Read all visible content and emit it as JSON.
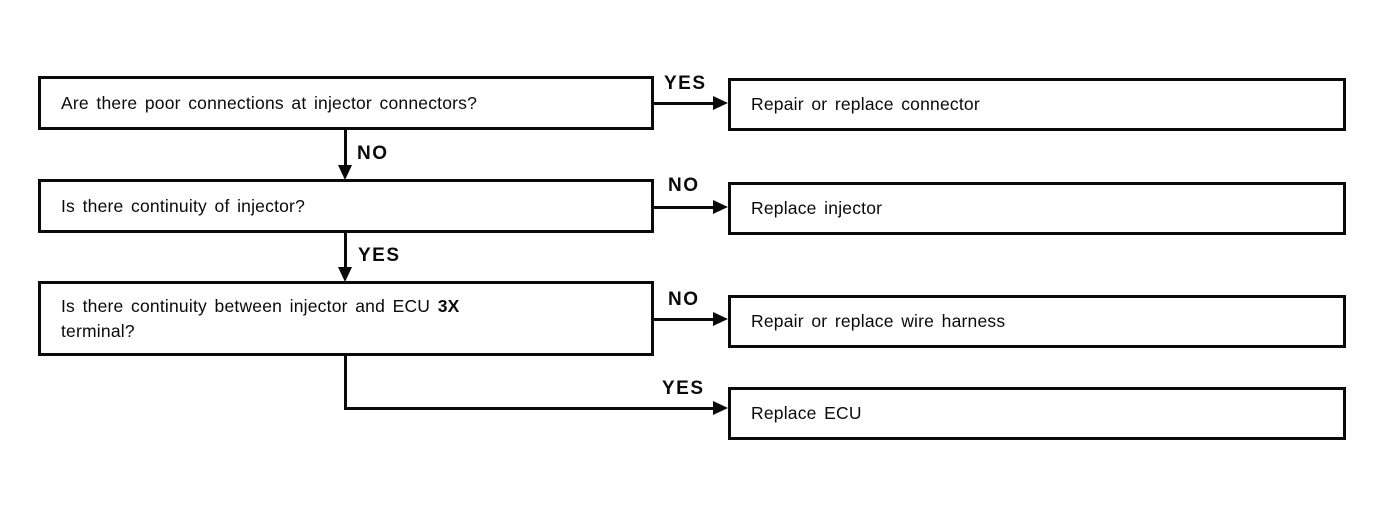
{
  "nodes": {
    "q1": {
      "label": "Are there poor connections at injector connectors?"
    },
    "q2": {
      "label": "Is there continuity of injector?"
    },
    "q3": {
      "label_part1": "Is there continuity between injector and ECU",
      "label_bold": "3X",
      "label_part2": "terminal?"
    },
    "a1": {
      "label": "Repair or replace connector"
    },
    "a2": {
      "label": "Replace injector"
    },
    "a3": {
      "label": "Repair or replace wire harness"
    },
    "a4": {
      "label": "Replace ECU"
    }
  },
  "edges": {
    "q1_to_a1": {
      "label": "YES"
    },
    "q1_to_q2": {
      "label": "NO"
    },
    "q2_to_a2": {
      "label": "NO"
    },
    "q2_to_q3": {
      "label": "YES"
    },
    "q3_to_a3": {
      "label": "NO"
    },
    "q3_to_a4": {
      "label": "YES"
    }
  },
  "colors": {
    "ink": "#0a0a0a",
    "background": "#ffffff"
  }
}
